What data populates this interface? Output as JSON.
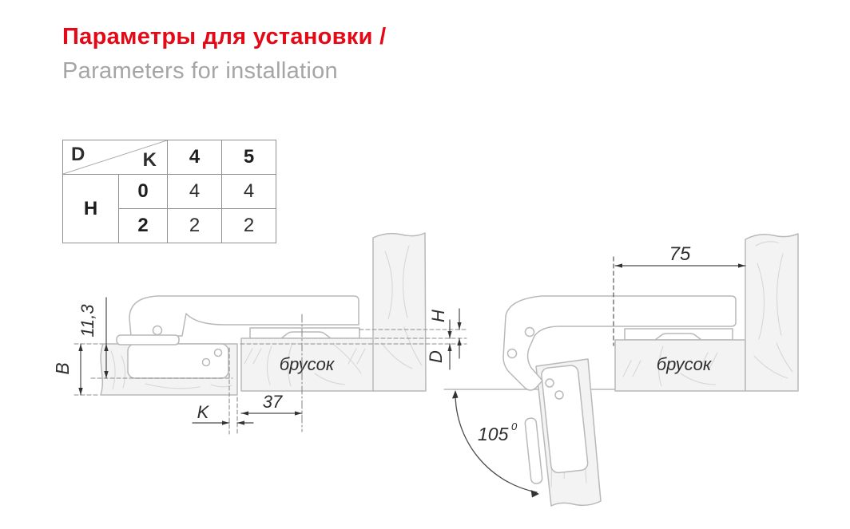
{
  "header": {
    "title": "Параметры для установки /",
    "subtitle": "Parameters for installation"
  },
  "colors": {
    "title_red": "#e30917",
    "subtitle_gray": "#a5a5a5",
    "drawing_line_gray": "#b9b9b9",
    "panel_fill": "#f3f3f3",
    "dimension_dark": "#3c3c3c"
  },
  "table": {
    "corner_row_label": "D",
    "corner_col_label": "K",
    "col_headers": [
      "4",
      "5"
    ],
    "row_header": "H",
    "rows": [
      {
        "label": "0",
        "values": [
          "4",
          "4"
        ]
      },
      {
        "label": "2",
        "values": [
          "2",
          "2"
        ]
      }
    ]
  },
  "left_drawing": {
    "dim_cup_depth": "11,3",
    "dim_door_thickness": "B",
    "dim_edge_gap": "K",
    "dim_plate_setback": "37",
    "dim_height": "H",
    "dim_clearance": "D",
    "block_label": "брусок"
  },
  "right_drawing": {
    "dim_plate_distance": "75",
    "block_label": "брусок",
    "angle_value": "105",
    "angle_sup": "0"
  }
}
